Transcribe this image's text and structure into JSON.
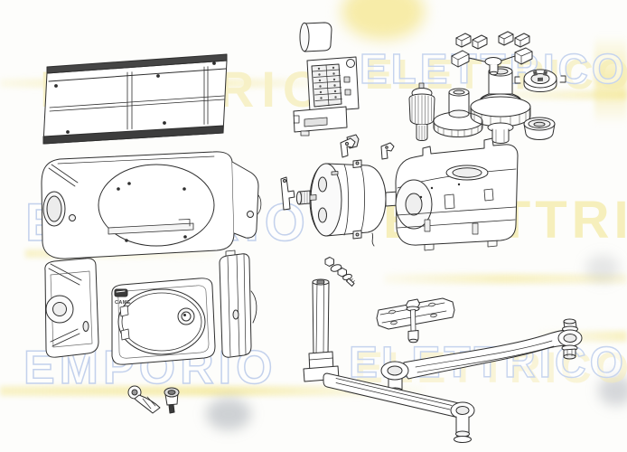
{
  "page": {
    "background_color": "#fdfdfb",
    "description": "Exploded spare-parts diagram of a CAME swing-gate gearmotor, black line art on white with watermark"
  },
  "watermark": {
    "brand_line1": "EMPORIO",
    "brand_line2": "ELETTRICO",
    "blue_color": "#c3d1ec",
    "yellow_color": "#f5ecb4",
    "highlight_yellow": "#f3e795"
  },
  "diagram": {
    "product_logo": "CAME",
    "line_color": "#2e2e2e",
    "parts": [
      {
        "id": "mounting-base-plate",
        "label": "Mounting base plate"
      },
      {
        "id": "housing-body",
        "label": "Gearmotor housing body"
      },
      {
        "id": "rear-cover",
        "label": "Rear cover with vents"
      },
      {
        "id": "front-cover",
        "label": "Front cover with inspection door"
      },
      {
        "id": "side-cover",
        "label": "Side cover"
      },
      {
        "id": "release-key",
        "label": "Manual release key"
      },
      {
        "id": "release-knob",
        "label": "Release knob"
      },
      {
        "id": "capacitor",
        "label": "Capacitor"
      },
      {
        "id": "terminal-board",
        "label": "Terminal board"
      },
      {
        "id": "switch-brackets",
        "label": "Limit switch brackets"
      },
      {
        "id": "electric-motor",
        "label": "Electric motor"
      },
      {
        "id": "release-lever-coupler",
        "label": "Release lever and coupler"
      },
      {
        "id": "gearbox-housing",
        "label": "Gearbox housing"
      },
      {
        "id": "pinion-gear",
        "label": "First reduction pinion"
      },
      {
        "id": "intermediate-gear",
        "label": "Intermediate gear"
      },
      {
        "id": "output-gear",
        "label": "Output gear with shaft"
      },
      {
        "id": "ring-nut",
        "label": "Locking ring nut"
      },
      {
        "id": "bearing-cup",
        "label": "Bearing cup washer"
      },
      {
        "id": "clutch-pads",
        "label": "Friction clutch pad set"
      },
      {
        "id": "hardware-kit",
        "label": "Fixing hardware kit"
      },
      {
        "id": "mounting-bracket",
        "label": "Gate mounting bracket"
      },
      {
        "id": "curved-arm",
        "label": "Curved transmission arm"
      },
      {
        "id": "straight-arm",
        "label": "Straight transmission arm with shaft"
      }
    ]
  }
}
